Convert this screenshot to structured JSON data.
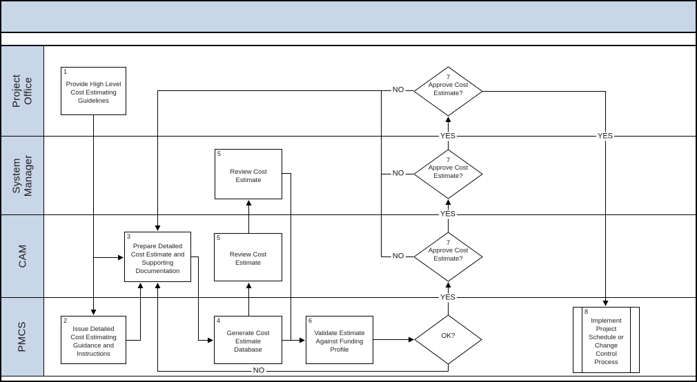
{
  "title": "",
  "lanes": [
    {
      "id": "project-office",
      "label": "Project Office"
    },
    {
      "id": "system-manager",
      "label": "System\nManager"
    },
    {
      "id": "cam",
      "label": "CAM"
    },
    {
      "id": "pmcs",
      "label": "PMCS"
    }
  ],
  "nodes": {
    "s1": {
      "num": "1",
      "text": "Provide High Level Cost Estimating Guidelines"
    },
    "s2": {
      "num": "2",
      "text": "Issue Detailed Cost Estimating Guidance and Instructions"
    },
    "s3": {
      "num": "3",
      "text": "Prepare Detailed Cost Estimate and Supporting Documentation"
    },
    "s4": {
      "num": "4",
      "text": "Generate Cost Estimate Database"
    },
    "s5_sm": {
      "num": "5",
      "text": "Review Cost Estimate"
    },
    "s5_cam": {
      "num": "5",
      "text": "Review Cost Estimate"
    },
    "s6": {
      "num": "6",
      "text": "Validate Estimate Against Funding Profile"
    },
    "s7_po": {
      "num": "7",
      "text": "Approve Cost Estimate?"
    },
    "s7_sm": {
      "num": "7",
      "text": "Approve Cost Estimate?"
    },
    "s7_cam": {
      "num": "7",
      "text": "Approve Cost Estimate?"
    },
    "s8": {
      "num": "8",
      "text": "Implement Project Schedule or Change Control Process"
    },
    "ok": {
      "num": "",
      "text": "OK?"
    }
  },
  "edge_labels": {
    "yes": "YES",
    "no": "NO"
  },
  "colors": {
    "band": "#c9d6e8",
    "line": "#000000",
    "box_bg": "#ffffff"
  }
}
